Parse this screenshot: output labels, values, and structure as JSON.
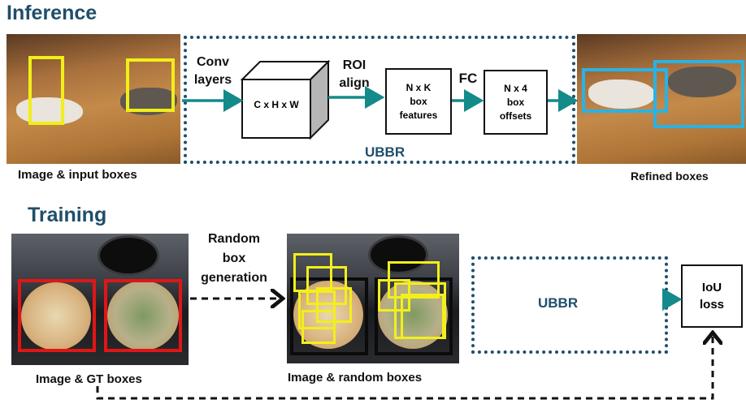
{
  "inference": {
    "title": "Inference",
    "input_caption": "Image & input boxes",
    "conv_label": "Conv\nlayers",
    "feature_map_label": "C x H x W",
    "roi_label": "ROI\nalign",
    "box_features_label": "N x K\nbox\nfeatures",
    "fc_label": "FC",
    "box_offsets_label": "N x 4\nbox\noffsets",
    "module_label": "UBBR",
    "output_caption": "Refined boxes"
  },
  "training": {
    "title": "Training",
    "gt_caption": "Image & GT boxes",
    "random_label": "Random\nbox\ngeneration",
    "random_caption": "Image & random boxes",
    "module_label": "UBBR",
    "loss_label": "IoU\nloss"
  },
  "colors": {
    "accent": "#1f4e6b",
    "arrow": "#148a8a",
    "input_box": "#f1ee18",
    "refined_box": "#29b3e5",
    "gt_box": "#e01616",
    "random_box": "#f3ef1a"
  }
}
